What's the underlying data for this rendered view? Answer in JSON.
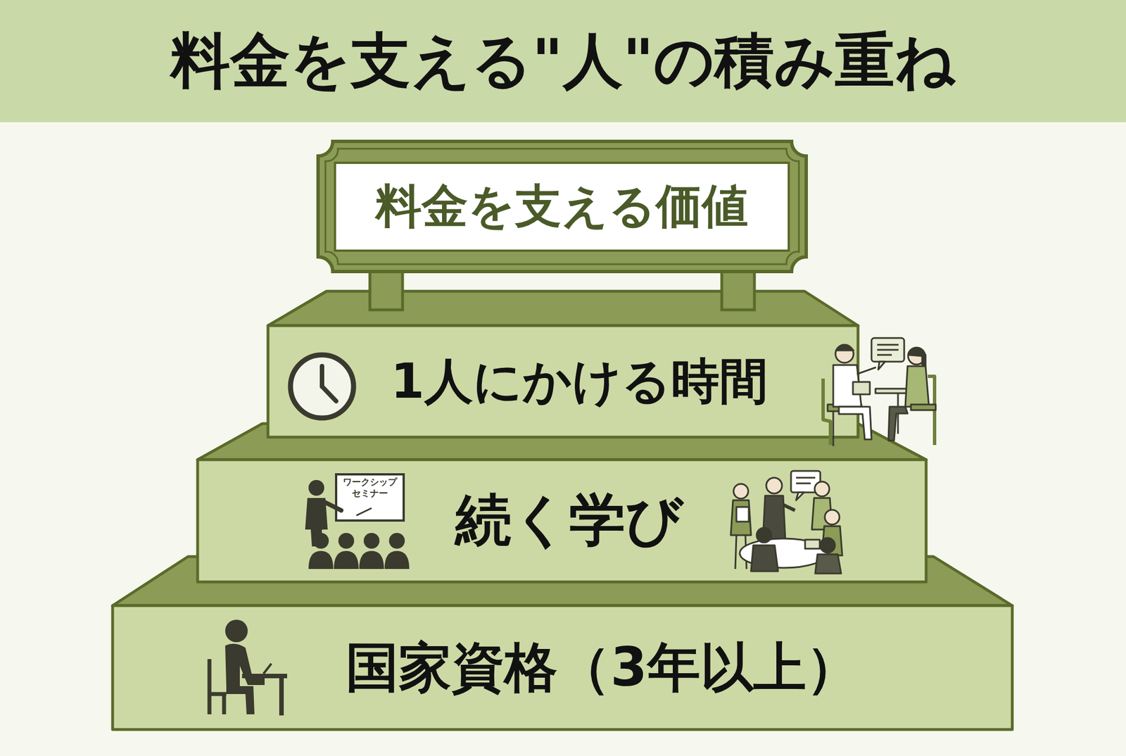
{
  "diagram": {
    "title": "料金を支える\"人\"の積み重ね",
    "nodes": [
      {
        "text": [
          "料金を支える価値"
        ]
      },
      {
        "text": [
          "1人にかける時間"
        ]
      },
      {
        "text": [
          "続く学び"
        ]
      },
      {
        "text": [
          "国家資格（3年以上）"
        ]
      }
    ],
    "labels": [
      "ワークシップ セミナー"
    ]
  }
}
